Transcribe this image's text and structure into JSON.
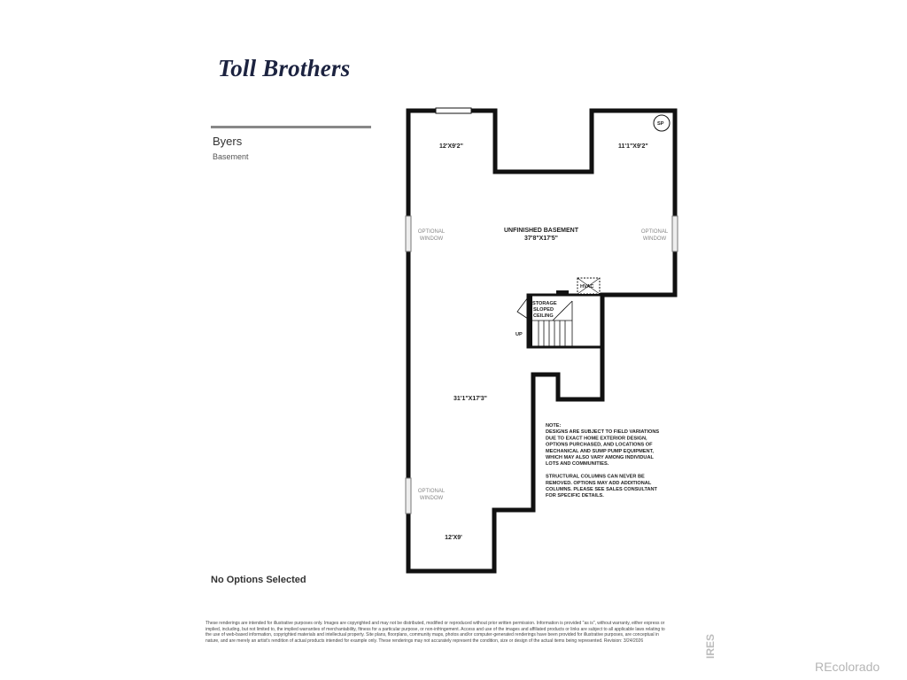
{
  "brand": {
    "logo_text": "Toll Brothers"
  },
  "plan": {
    "name": "Byers",
    "level": "Basement"
  },
  "options_status": "No Options Selected",
  "rooms": {
    "room_top_left": "12'X9'2\"",
    "room_top_right": "11'1\"X9'2\"",
    "unfinished_title": "UNFINISHED BASEMENT",
    "unfinished_dims": "37'8\"X17'5\"",
    "lower_dims": "31'1\"X17'3\"",
    "bottom_dims": "12'X9'",
    "optional_window_line1": "OPTIONAL",
    "optional_window_line2": "WINDOW",
    "storage_line1": "STORAGE",
    "storage_line2": "SLOPED",
    "storage_line3": "CEILING",
    "hvac": "HVAC",
    "sump": "SP",
    "up": "UP"
  },
  "note": {
    "lines": [
      "NOTE:",
      "DESIGNS ARE SUBJECT TO FIELD VARIATIONS",
      "DUE TO EXACT HOME EXTERIOR DESIGN,",
      "OPTIONS PURCHASED, AND LOCATIONS OF",
      "MECHANICAL AND SUMP PUMP EQUIPMENT,",
      "WHICH MAY ALSO VARY AMONG INDIVIDUAL",
      "LOTS AND COMMUNITIES.",
      "",
      "STRUCTURAL COLUMNS CAN NEVER BE",
      "REMOVED. OPTIONS MAY ADD ADDITIONAL",
      "COLUMNS. PLEASE SEE SALES CONSULTANT",
      "FOR SPECIFIC DETAILS."
    ]
  },
  "disclaimer": "These renderings are intended for illustrative purposes only. Images are copyrighted and may not be distributed, modified or reproduced without prior written permission. Information is provided \"as is\", without warranty, either express or implied, including, but not limited to, the implied warranties of merchantability, fitness for a particular purpose, or non-infringement. Access and use of the images and affiliated products or links are subject to all applicable laws relating to the use of web-based information, copyrighted materials and intellectual property. Site plans, floorplans, community maps, photos and/or computer-generated renderings have been provided for illustrative purposes, are conceptual in nature, and are merely an artist's rendition of actual products intended for example only. These renderings may not accurately represent the condition, size or design of the actual items being represented. Revision: 3/24/2026",
  "watermark": {
    "ires": "IRES",
    "recolorado": "REcolorado"
  },
  "colors": {
    "wall": "#111111",
    "logo": "#1c2340",
    "watermark": "#b5b5b5"
  }
}
